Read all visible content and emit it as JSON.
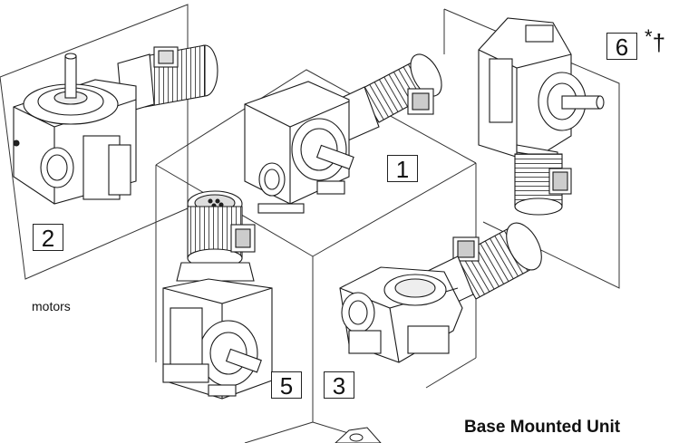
{
  "diagram": {
    "positions": [
      {
        "id": "1",
        "label": "1"
      },
      {
        "id": "2",
        "label": "2"
      },
      {
        "id": "3",
        "label": "3"
      },
      {
        "id": "5",
        "label": "5"
      },
      {
        "id": "6",
        "label": "6"
      }
    ],
    "side_label": "motors",
    "marks_star": "*",
    "marks_dagger": "†",
    "title": "Base Mounted Unit"
  }
}
